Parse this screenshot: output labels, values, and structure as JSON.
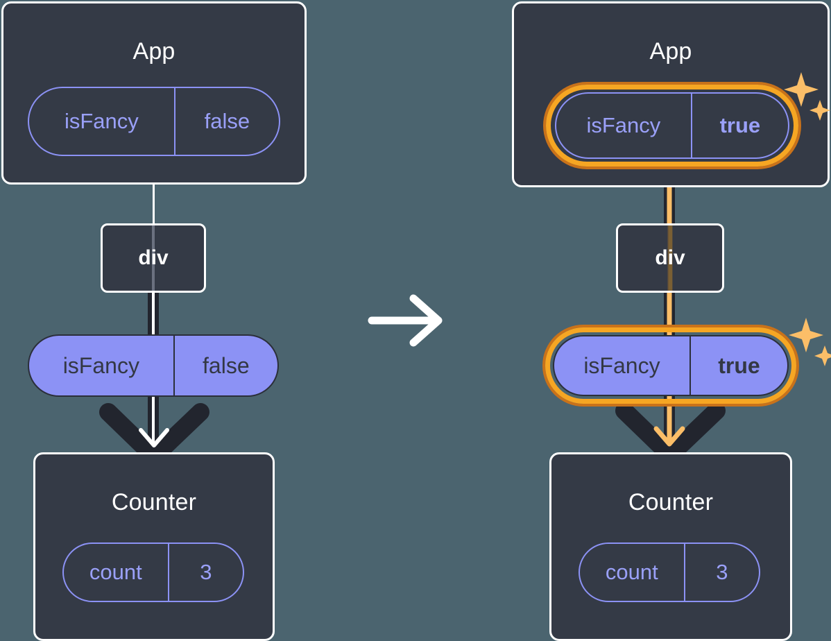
{
  "meta": {
    "title": "React state propagation diagram",
    "background_color": "#4b646f"
  },
  "colors": {
    "card_bg": "#343a46",
    "card_border": "#ffffff",
    "purple": "#8c92f5",
    "purple_text": "#9aa0f8",
    "dark_text": "#333844",
    "highlight_orange": "#f6a623",
    "highlight_orange_dark": "#c9721a",
    "sparkle": "#fbbe68",
    "line_dark": "#22252e",
    "line_white": "#ffffff"
  },
  "before": {
    "app": {
      "title": "App",
      "state_pill": {
        "key": "isFancy",
        "value": "false",
        "style": "outline",
        "highlighted": false
      }
    },
    "div": {
      "label": "div"
    },
    "props_pill": {
      "key": "isFancy",
      "value": "false",
      "style": "solid",
      "highlighted": false
    },
    "counter": {
      "title": "Counter",
      "state_pill": {
        "key": "count",
        "value": "3",
        "style": "outline",
        "highlighted": false
      }
    }
  },
  "transition": {
    "icon": "arrow-right-icon"
  },
  "after": {
    "app": {
      "title": "App",
      "state_pill": {
        "key": "isFancy",
        "value": "true",
        "style": "outline",
        "highlighted": true,
        "value_bold": true
      }
    },
    "div": {
      "label": "div"
    },
    "props_pill": {
      "key": "isFancy",
      "value": "true",
      "style": "solid",
      "highlighted": true,
      "value_bold": true
    },
    "counter": {
      "title": "Counter",
      "state_pill": {
        "key": "count",
        "value": "3",
        "style": "outline",
        "highlighted": false
      }
    },
    "sparkle_icons": [
      "sparkle-icon",
      "sparkle-icon"
    ]
  }
}
